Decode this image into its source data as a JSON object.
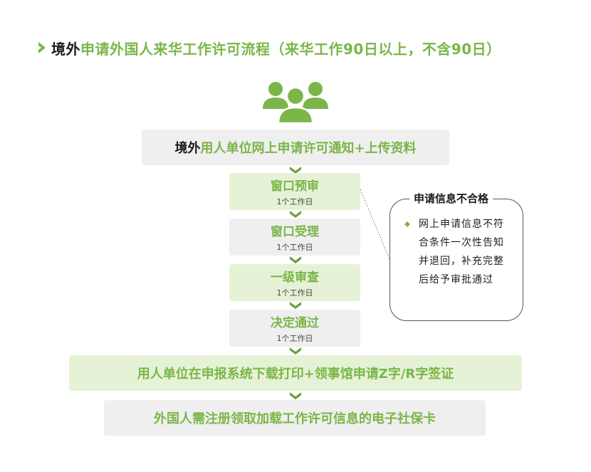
{
  "title": {
    "prefix": "境外",
    "text": "申请外国人来华工作许可流程（来华工作90日以上，不含90日）"
  },
  "icons": {
    "title_marker": "chevron-right-icon",
    "top": "people-group-icon",
    "step_arrow": "chevron-down-icon",
    "bullet": "diamond-bullet-icon"
  },
  "top_box": {
    "prefix": "境外",
    "text": "用人单位网上申请许可通知+上传资料"
  },
  "steps": [
    {
      "title": "窗口预审",
      "duration": "1个工作日"
    },
    {
      "title": "窗口受理",
      "duration": "1个工作日"
    },
    {
      "title": "一级审查",
      "duration": "1个工作日"
    },
    {
      "title": "决定通过",
      "duration": "1个工作日"
    }
  ],
  "visa_box": {
    "text": "用人单位在申报系统下载打印+领事馆申请Z字/R字签证"
  },
  "final_box": {
    "text": "外国人需注册领取加载工作许可信息的电子社保卡"
  },
  "callout": {
    "title": "申请信息不合格",
    "text": "网上申请信息不符合条件一次性告知并退回，补充完整后给予审批通过"
  },
  "colors": {
    "accent": "#7ab648",
    "light_green": "#e6f2d6",
    "light_gray": "#efefef",
    "text_dark": "#1a1a1a"
  }
}
